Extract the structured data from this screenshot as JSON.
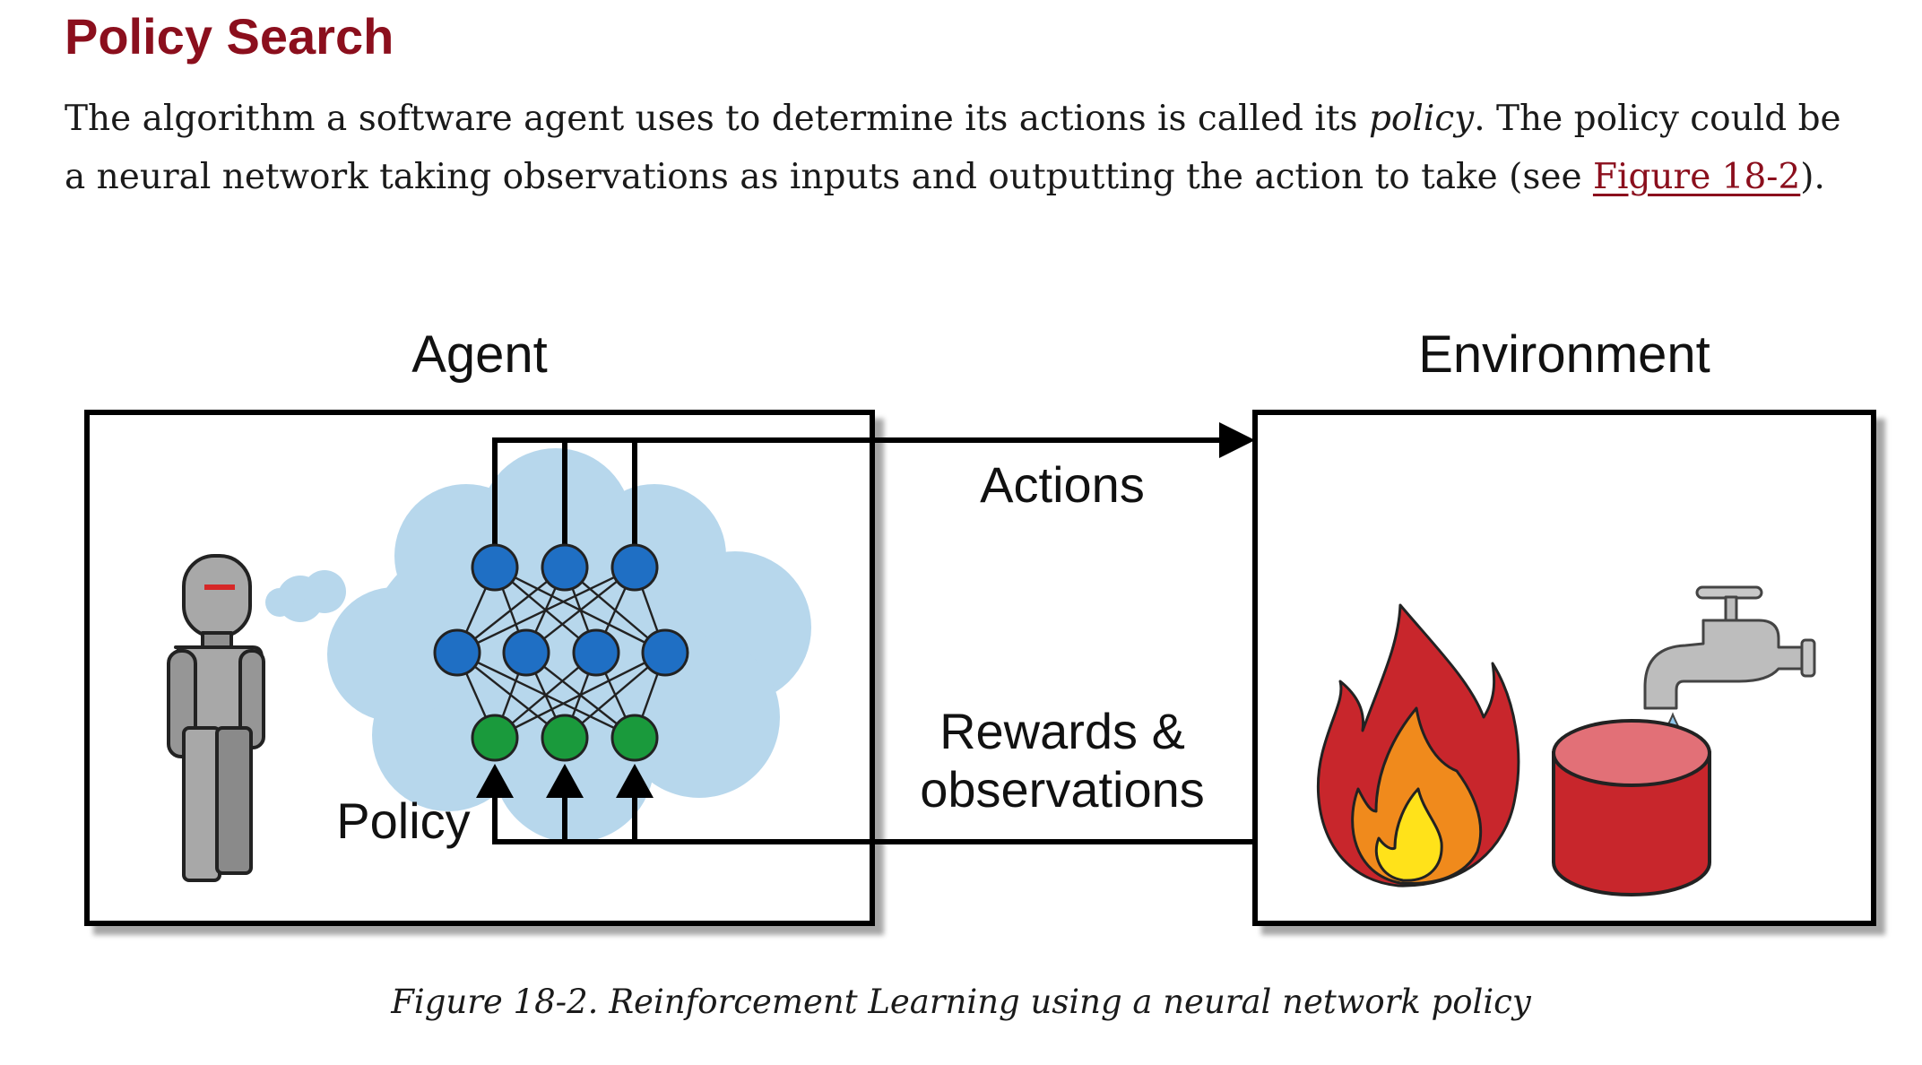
{
  "section": {
    "title": "Policy Search"
  },
  "paragraph": {
    "part1": "The algorithm a software agent uses to determine its actions is called its ",
    "emphasis": "policy",
    "part2": ". The policy could be a neural network taking observations as inputs and outputting the action to take (see ",
    "link_text": "Figure 18-2",
    "part3": ")."
  },
  "figure": {
    "agent_label": "Agent",
    "environment_label": "Environment",
    "actions_label": "Actions",
    "rewards_line1": "Rewards &",
    "rewards_line2": "observations",
    "policy_label": "Policy",
    "caption": "Figure 18-2. Reinforcement Learning using a neural network policy",
    "icons": [
      "robot-agent-icon",
      "thought-cloud-icon",
      "neural-network-icon",
      "fire-icon",
      "water-faucet-icon",
      "water-bucket-icon"
    ],
    "colors": {
      "cloud": "#b7d7ec",
      "node_blue": "#1f6fc4",
      "node_green": "#1a9a3c",
      "robot": "#9e9e9e",
      "fire_red": "#c8262c",
      "fire_orange": "#f08a1c",
      "fire_yellow": "#ffe21a",
      "bucket_red": "#c8262c",
      "water_drop": "#8ec6ec"
    }
  }
}
